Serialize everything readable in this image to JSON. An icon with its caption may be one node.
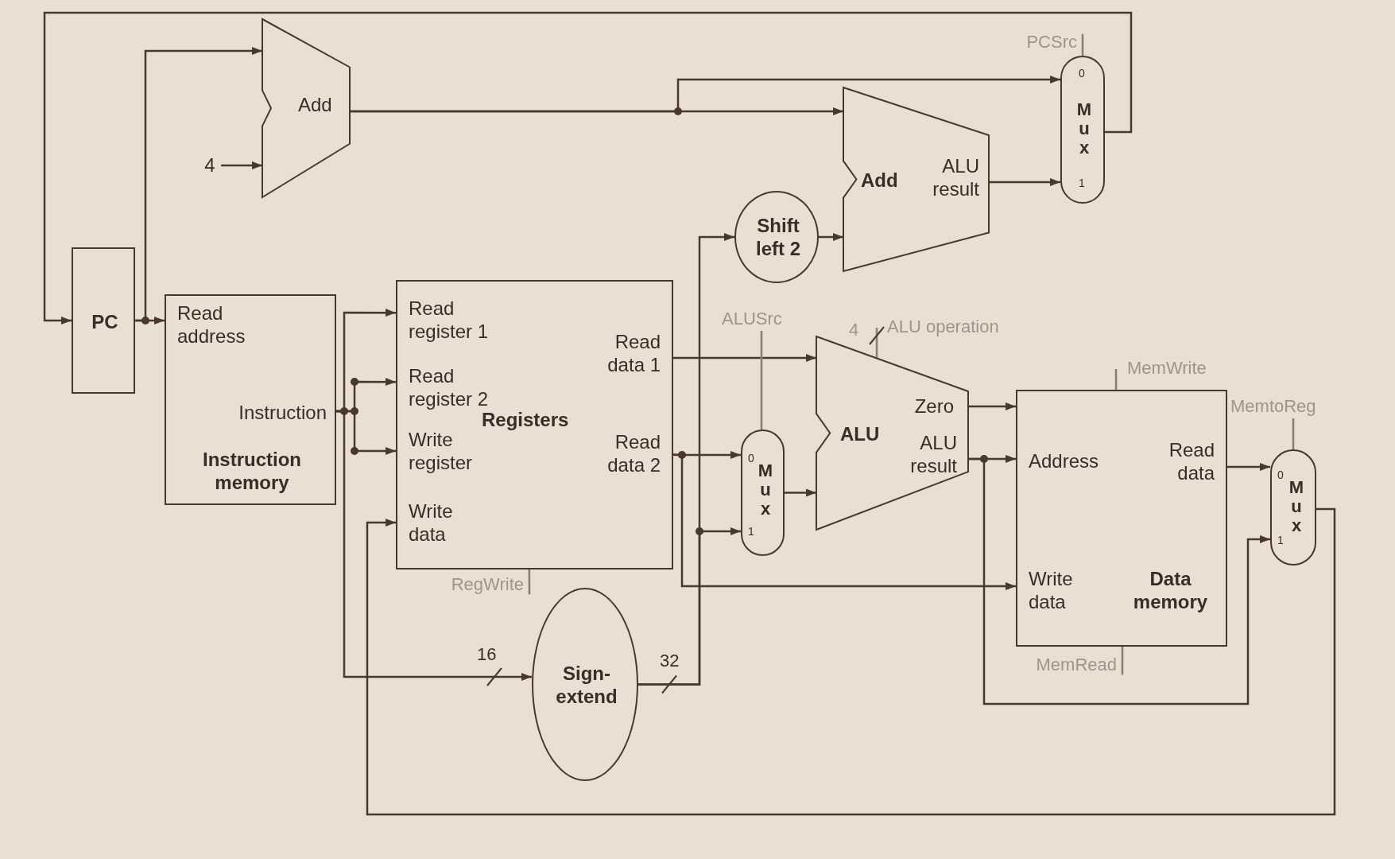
{
  "diagram": {
    "nodes": [
      {
        "text": [
          "PC"
        ]
      },
      {
        "text": [
          "Add"
        ]
      },
      {
        "text": [
          "4"
        ]
      },
      {
        "text": [
          "Read address",
          "Instruction",
          "Instruction memory"
        ]
      },
      {
        "text": [
          "Read register 1",
          "Read register 2",
          "Write register",
          "Write data",
          "Registers",
          "Read data 1",
          "Read data 2"
        ]
      },
      {
        "text": [
          "Shift left 2"
        ]
      },
      {
        "text": [
          "Add",
          "ALU result"
        ]
      },
      {
        "text": [
          "0",
          "Mux",
          "1"
        ]
      },
      {
        "text": [
          "Sign-extend"
        ]
      },
      {
        "text": [
          "0",
          "Mux",
          "1"
        ]
      },
      {
        "text": [
          "ALU",
          "Zero",
          "ALU result"
        ]
      },
      {
        "text": [
          "Address",
          "Read data",
          "Write data",
          "Data memory"
        ]
      },
      {
        "text": [
          "0",
          "Mux",
          "1"
        ]
      },
      {
        "text": [
          "PCSrc"
        ]
      },
      {
        "text": [
          "ALUSrc"
        ]
      },
      {
        "text": [
          "ALU operation"
        ]
      },
      {
        "text": [
          "MemWrite"
        ]
      },
      {
        "text": [
          "MemtoReg"
        ]
      },
      {
        "text": [
          "RegWrite"
        ]
      },
      {
        "text": [
          "MemRead"
        ]
      }
    ],
    "edges": [
      {
        "from": 0,
        "to": 3,
        "arrow": "to"
      },
      {
        "from": 0,
        "to": 1,
        "arrow": "to"
      },
      {
        "from": 2,
        "to": 1,
        "arrow": "to"
      },
      {
        "from": 1,
        "to": 6,
        "arrow": "to"
      },
      {
        "from": 1,
        "to": 7,
        "arrow": "to"
      },
      {
        "from": 6,
        "to": 7,
        "arrow": "to"
      },
      {
        "from": 7,
        "to": 0,
        "arrow": "to"
      },
      {
        "from": 3,
        "to": 4,
        "arrow": "to"
      },
      {
        "from": 3,
        "to": 4,
        "arrow": "to"
      },
      {
        "from": 3,
        "to": 4,
        "arrow": "to"
      },
      {
        "from": 3,
        "to": 8,
        "arrow": "to"
      },
      {
        "from": 8,
        "to": 5,
        "arrow": "to"
      },
      {
        "from": 8,
        "to": 9,
        "arrow": "to"
      },
      {
        "from": 5,
        "to": 6,
        "arrow": "to"
      },
      {
        "from": 4,
        "to": 10,
        "arrow": "to"
      },
      {
        "from": 4,
        "to": 9,
        "arrow": "to"
      },
      {
        "from": 4,
        "to": 11,
        "arrow": "to"
      },
      {
        "from": 9,
        "to": 10,
        "arrow": "to"
      },
      {
        "from": 10,
        "to": 11,
        "arrow": "to"
      },
      {
        "from": 10,
        "to": 11,
        "arrow": "to"
      },
      {
        "from": 10,
        "to": 12,
        "arrow": "to"
      },
      {
        "from": 11,
        "to": 12,
        "arrow": "to"
      },
      {
        "from": 12,
        "to": 4,
        "arrow": "to"
      },
      {
        "from": 13,
        "to": 7,
        "arrow": "none",
        "color": "#8a7d75"
      },
      {
        "from": 14,
        "to": 9,
        "arrow": "none",
        "color": "#8a7d75"
      },
      {
        "from": 15,
        "to": 10,
        "arrow": "none",
        "color": "#8a7d75"
      },
      {
        "from": 16,
        "to": 11,
        "arrow": "none",
        "color": "#8a7d75"
      },
      {
        "from": 17,
        "to": 12,
        "arrow": "none",
        "color": "#8a7d75"
      },
      {
        "from": 18,
        "to": 4,
        "arrow": "none",
        "color": "#8a7d75"
      },
      {
        "from": 19,
        "to": 11,
        "arrow": "none",
        "color": "#8a7d75"
      }
    ],
    "labels": [
      "4",
      "16",
      "32"
    ]
  }
}
